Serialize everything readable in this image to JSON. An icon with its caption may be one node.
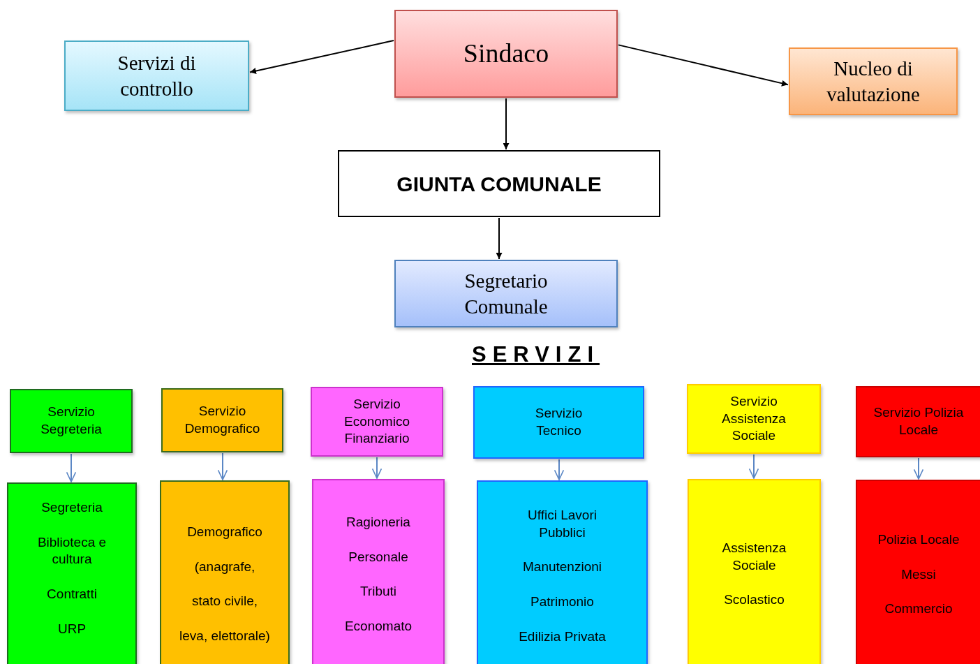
{
  "diagram": {
    "nodes": [
      {
        "text": [
          "Sindaco"
        ]
      },
      {
        "text": [
          "Servizi di controllo"
        ]
      },
      {
        "text": [
          "Nucleo di valutazione"
        ]
      },
      {
        "text": [
          "GIUNTA COMUNALE"
        ]
      },
      {
        "text": [
          "Segretario Comunale"
        ]
      },
      {
        "text": [
          "Servizio Segreteria"
        ]
      },
      {
        "text": [
          "Servizio Demografico"
        ]
      },
      {
        "text": [
          "Servizio Economico Finanziario"
        ]
      },
      {
        "text": [
          "Servizio Tecnico"
        ]
      },
      {
        "text": [
          "Servizio Assistenza Sociale"
        ]
      },
      {
        "text": [
          "Servizio Polizia Locale"
        ]
      },
      {
        "text": [
          "Segreteria",
          "Biblioteca e cultura",
          "Contratti",
          "URP"
        ]
      },
      {
        "text": [
          "Demografico",
          "(anagrafe,",
          "stato civile,",
          "leva, elettorale)"
        ]
      },
      {
        "text": [
          "Ragioneria",
          "Personale",
          "Tributi",
          "Economato"
        ]
      },
      {
        "text": [
          "Uffici Lavori Pubblici",
          "Manutenzioni",
          "Patrimonio",
          "Edilizia Privata"
        ]
      },
      {
        "text": [
          "Assistenza Sociale",
          "Scolastico"
        ]
      },
      {
        "text": [
          "Polizia Locale",
          "Messi",
          "Commercio"
        ]
      }
    ],
    "edges": [
      {
        "from": 0,
        "to": 1,
        "arrow": "to",
        "color": "#000000"
      },
      {
        "from": 0,
        "to": 2,
        "arrow": "to",
        "color": "#000000"
      },
      {
        "from": 0,
        "to": 3,
        "arrow": "to",
        "color": "#000000"
      },
      {
        "from": 3,
        "to": 4,
        "arrow": "to",
        "color": "#000000"
      },
      {
        "from": 5,
        "to": 11,
        "arrow": "to"
      },
      {
        "from": 6,
        "to": 12,
        "arrow": "to"
      },
      {
        "from": 7,
        "to": 13,
        "arrow": "to"
      },
      {
        "from": 8,
        "to": 14,
        "arrow": "to"
      },
      {
        "from": 9,
        "to": 15,
        "arrow": "to"
      },
      {
        "from": 10,
        "to": 16,
        "arrow": "to"
      }
    ],
    "labels": [
      "SERVIZI"
    ]
  }
}
